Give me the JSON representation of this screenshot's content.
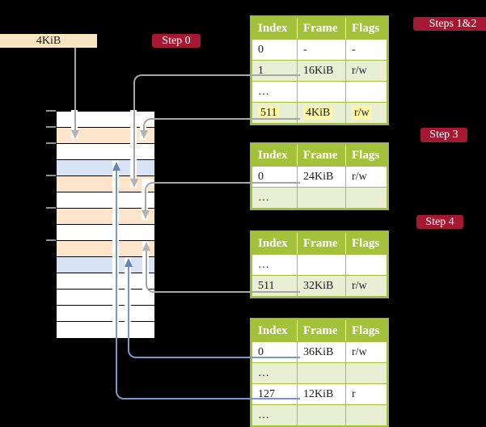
{
  "frame_size_box": {
    "label": "4KiB"
  },
  "badges": {
    "step0": {
      "label": "Step 0"
    },
    "steps12": {
      "label": "Steps 1&2"
    },
    "step3": {
      "label": "Step 3"
    },
    "step4": {
      "label": "Step 4"
    }
  },
  "memory_strip": {
    "rows": [
      {
        "fill": "white"
      },
      {
        "fill": "peach"
      },
      {
        "fill": "white"
      },
      {
        "fill": "blue"
      },
      {
        "fill": "peach"
      },
      {
        "fill": "white"
      },
      {
        "fill": "peach"
      },
      {
        "fill": "white"
      },
      {
        "fill": "peach"
      },
      {
        "fill": "blue"
      },
      {
        "fill": "white"
      },
      {
        "fill": "white"
      },
      {
        "fill": "white"
      },
      {
        "fill": "white"
      }
    ]
  },
  "page_tables": [
    {
      "id": "table-1",
      "headers": [
        "Index",
        "Frame",
        "Flags"
      ],
      "rows": [
        {
          "cells": [
            "0",
            "-",
            "-"
          ],
          "shaded": false,
          "highlight": false
        },
        {
          "cells": [
            "1",
            "16KiB",
            "r/w"
          ],
          "shaded": true,
          "highlight": false
        },
        {
          "cells": [
            "…",
            "",
            ""
          ],
          "shaded": false,
          "highlight": false
        },
        {
          "cells": [
            "511",
            "4KiB",
            "r/w"
          ],
          "shaded": true,
          "highlight": true
        }
      ]
    },
    {
      "id": "table-2",
      "headers": [
        "Index",
        "Frame",
        "Flags"
      ],
      "rows": [
        {
          "cells": [
            "0",
            "24KiB",
            "r/w"
          ],
          "shaded": false,
          "highlight": false
        },
        {
          "cells": [
            "…",
            "",
            ""
          ],
          "shaded": true,
          "highlight": false
        }
      ]
    },
    {
      "id": "table-3",
      "headers": [
        "Index",
        "Frame",
        "Flags"
      ],
      "rows": [
        {
          "cells": [
            "…",
            "",
            ""
          ],
          "shaded": false,
          "highlight": false
        },
        {
          "cells": [
            "511",
            "32KiB",
            "r/w"
          ],
          "shaded": true,
          "highlight": false
        }
      ]
    },
    {
      "id": "table-4",
      "headers": [
        "Index",
        "Frame",
        "Flags"
      ],
      "rows": [
        {
          "cells": [
            "0",
            "36KiB",
            "r/w"
          ],
          "shaded": false,
          "highlight": false
        },
        {
          "cells": [
            "…",
            "",
            ""
          ],
          "shaded": true,
          "highlight": false
        },
        {
          "cells": [
            "127",
            "12KiB",
            "r"
          ],
          "shaded": false,
          "highlight": false
        },
        {
          "cells": [
            "…",
            "",
            ""
          ],
          "shaded": true,
          "highlight": false
        }
      ]
    }
  ],
  "connectors": [
    {
      "id": "frame-box-arrow",
      "from": "frame-size-box",
      "to": "strip-row-2",
      "color": "gray"
    },
    {
      "id": "t1-row1",
      "from": "table-1-row-1",
      "to": "strip-row-5",
      "color": "gray"
    },
    {
      "id": "t1-row511",
      "from": "table-1-row-511",
      "to": "strip-row-2",
      "color": "gray"
    },
    {
      "id": "t2-row0",
      "from": "table-2-row-0",
      "to": "strip-row-7",
      "color": "gray"
    },
    {
      "id": "t3-row511",
      "from": "table-3-row-511",
      "to": "strip-row-9",
      "color": "gray"
    },
    {
      "id": "t4-row0",
      "from": "table-4-row-0",
      "to": "strip-row-10",
      "color": "blue"
    },
    {
      "id": "t4-row127",
      "from": "table-4-row-127",
      "to": "strip-row-4",
      "color": "blue"
    }
  ],
  "colors": {
    "background": "#000000",
    "table_header": "#a3c139",
    "table_row_shaded": "#e9efd5",
    "highlight_yellow": "#fbf6a2",
    "badge_red": "#a41832",
    "frame_box_cream": "#f7e6c1",
    "mem_white": "#ffffff",
    "mem_peach": "#fde5cc",
    "mem_blue": "#d8e4f5",
    "connector_gray": "#a6a6a6",
    "connector_blue": "#7898c9"
  }
}
